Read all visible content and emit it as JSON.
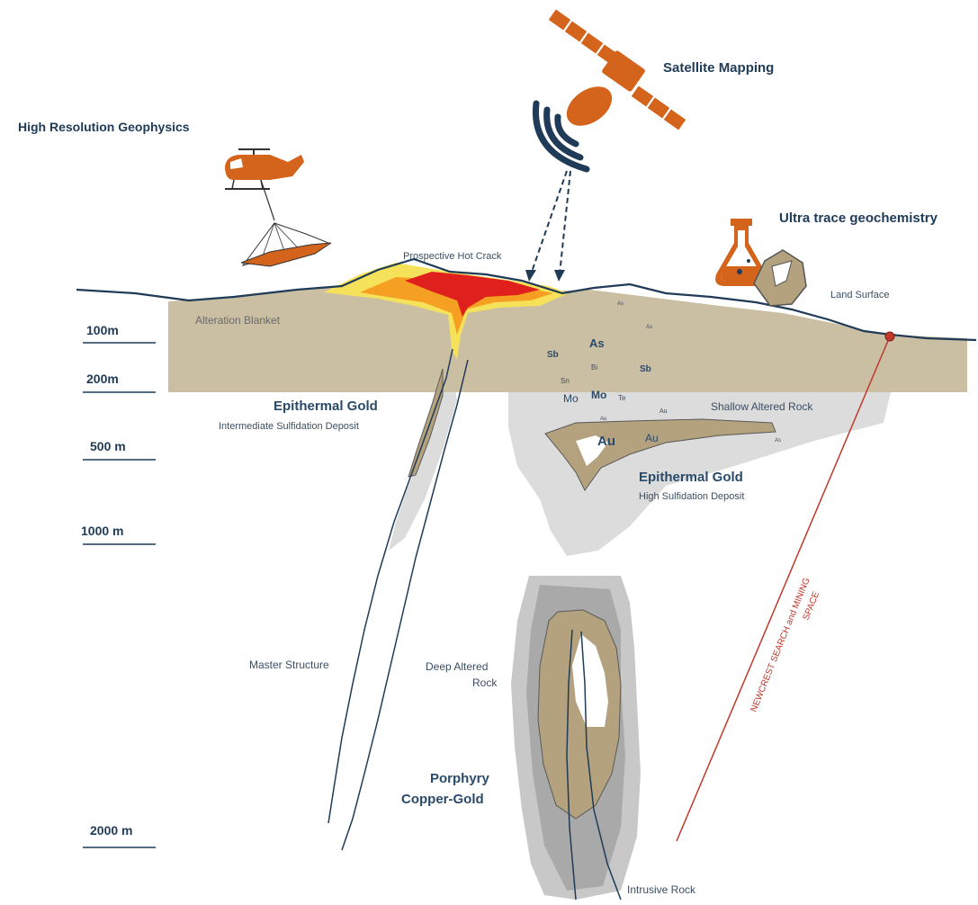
{
  "headers": {
    "satellite": "Satellite Mapping",
    "geophysics": "High Resolution Geophysics",
    "geochemistry": "Ultra trace geochemistry"
  },
  "depths": [
    "100m",
    "200m",
    "500 m",
    "1000 m",
    "2000 m"
  ],
  "labels": {
    "hot_crack": "Prospective Hot Crack",
    "land_surface": "Land Surface",
    "alteration_blanket": "Alteration Blanket",
    "shallow_altered": "Shallow Altered Rock",
    "master_structure": "Master Structure",
    "deep_altered_1": "Deep Altered",
    "deep_altered_2": "Rock",
    "intrusive": "Intrusive Rock",
    "search_space_1": "NEWCREST SEARCH  and MINING",
    "search_space_2": "SPACE"
  },
  "deposits": {
    "epithermal_int_title": "Epithermal Gold",
    "epithermal_int_sub": "Intermediate Sulfidation Deposit",
    "epithermal_high_title": "Epithermal Gold",
    "epithermal_high_sub": "High Sulfidation Deposit",
    "porphyry_1": "Porphyry",
    "porphyry_2": "Copper-Gold"
  },
  "elements": {
    "as_big": "As",
    "sb_left": "Sb",
    "sb_right": "Sb",
    "bi": "Bi",
    "sn": "Sn",
    "mo_left": "Mo",
    "mo_center": "Mo",
    "te": "Te",
    "au_small_top": "Au",
    "au_small_right": "Au",
    "au_big": "Au",
    "au_med": "Au",
    "as_right": "As",
    "as_tiny_1": "As",
    "as_tiny_2": "As"
  },
  "colors": {
    "ink": "#1f3b57",
    "orange": "#d4641c",
    "tan": "#cbbfa3",
    "lightgrey": "#dcdcdc",
    "midgrey": "#a9a9a9",
    "deposit_fill": "#b3a27d",
    "red_line": "#c0392b",
    "hot_red": "#e0201c",
    "hot_orange": "#f5a022",
    "hot_yellow": "#f6e25a"
  }
}
